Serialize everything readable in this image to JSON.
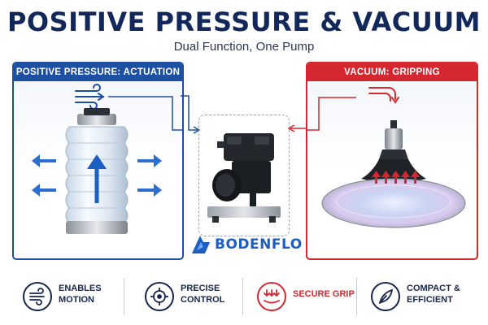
{
  "header": {
    "title": "POSITIVE PRESSURE & VACUUM",
    "subtitle": "Dual Function, One Pump"
  },
  "panels": {
    "left": {
      "title": "POSITIVE PRESSURE: ACTUATION"
    },
    "right": {
      "title": "VACUUM: GRIPPING"
    }
  },
  "brand": {
    "name": "BODENFLO"
  },
  "features": [
    {
      "label": "ENABLES\nMOTION",
      "icon": "airflow-icon"
    },
    {
      "label": "PRECISE\nCONTROL",
      "icon": "crosshair-icon"
    },
    {
      "label": "SECURE GRIP",
      "icon": "grip-arrows-icon"
    },
    {
      "label": "COMPACT &\nEFFICIENT",
      "icon": "feather-icon"
    }
  ],
  "colors": {
    "navy": "#13285a",
    "blue": "#1d4fa3",
    "red": "#d5272f"
  }
}
